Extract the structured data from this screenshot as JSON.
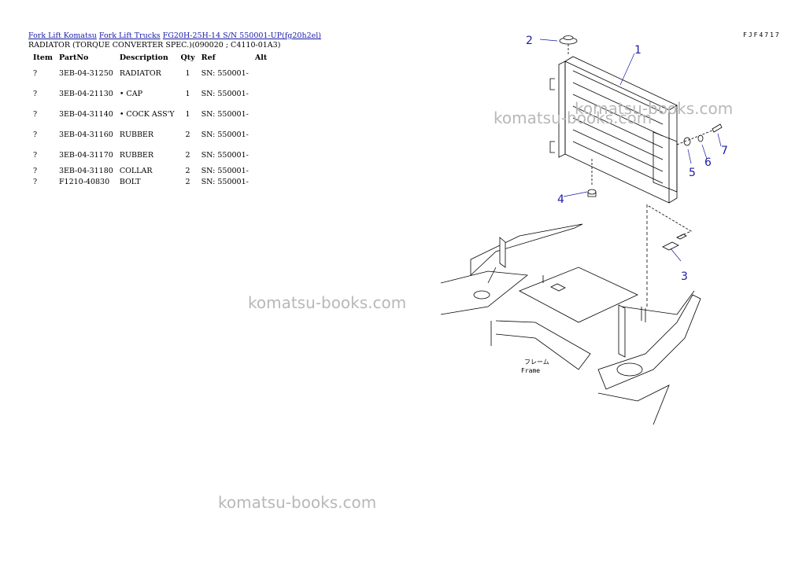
{
  "breadcrumb": {
    "link1": "Fork Lift Komatsu",
    "link2": "Fork Lift Trucks",
    "link3": "FG20H-25H-14 S/N 550001-UP(fg20h2el)"
  },
  "subtitle": "RADIATOR (TORQUE CONVERTER SPEC.)(090020 ; C4110-01A3)",
  "table": {
    "headers": [
      "Item",
      "PartNo",
      "Description",
      "Qty",
      "Ref",
      "Alt"
    ],
    "rows": [
      {
        "item": "?",
        "part": "3EB-04-31250",
        "desc": "RADIATOR",
        "qty": "1",
        "ref": "SN: 550001-",
        "alt": ""
      },
      {
        "item": "?",
        "part": "3EB-04-21130",
        "desc": "• CAP",
        "qty": "1",
        "ref": "SN: 550001-",
        "alt": ""
      },
      {
        "item": "?",
        "part": "3EB-04-31140",
        "desc": "• COCK ASS'Y",
        "qty": "1",
        "ref": "SN: 550001-",
        "alt": ""
      },
      {
        "item": "?",
        "part": "3EB-04-31160",
        "desc": "RUBBER",
        "qty": "2",
        "ref": "SN: 550001-",
        "alt": ""
      },
      {
        "item": "?",
        "part": "3EB-04-31170",
        "desc": "RUBBER",
        "qty": "2",
        "ref": "SN: 550001-",
        "alt": ""
      },
      {
        "item": "?",
        "part": "3EB-04-31180",
        "desc": "COLLAR",
        "qty": "2",
        "ref": "SN: 550001-",
        "alt": ""
      },
      {
        "item": "?",
        "part": "F1210-40830",
        "desc": "BOLT",
        "qty": "2",
        "ref": "SN: 550001-",
        "alt": ""
      }
    ]
  },
  "figure": {
    "code": "FJF4717",
    "frame_label_1": "フレーム",
    "frame_label_2": "Frame",
    "callouts": [
      "1",
      "2",
      "3",
      "4",
      "5",
      "6",
      "7"
    ]
  },
  "watermarks": [
    "komatsu-books.com",
    "komatsu-books.com",
    "komatsu-books.com",
    "komatsu-books.com"
  ],
  "colors": {
    "link": "#1a1aa6",
    "callout": "#1a1aa6",
    "watermark": "#b8b8b8"
  }
}
